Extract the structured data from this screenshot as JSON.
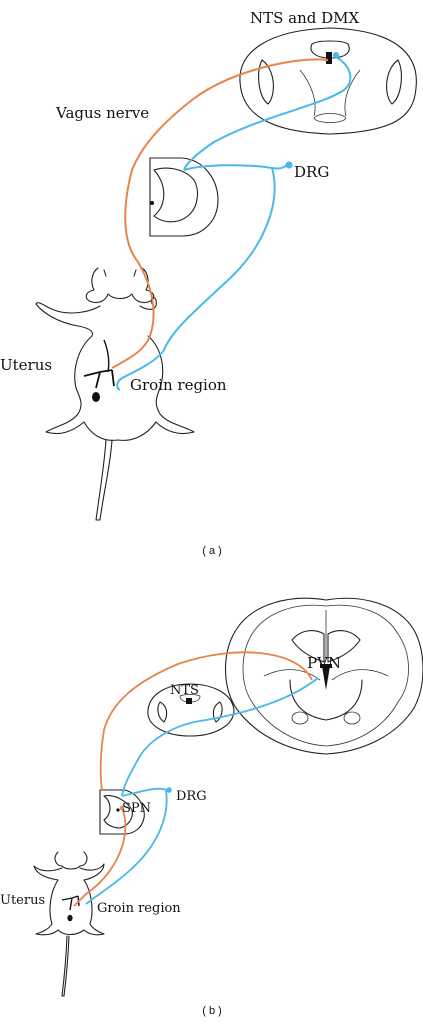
{
  "colors": {
    "vagal_pathway": "#e8844a",
    "sensory_pathway": "#4ab8e8",
    "outline": "#222222",
    "background": "#ffffff"
  },
  "panel_a": {
    "caption": "( a )",
    "labels": {
      "nts_dmx": "NTS and DMX",
      "vagus_nerve": "Vagus nerve",
      "drg": "DRG",
      "uterus": "Uterus",
      "groin_region": "Groin region"
    }
  },
  "panel_b": {
    "caption": "( b )",
    "labels": {
      "pvn": "PVN",
      "nts": "NTS",
      "spn": "SPN",
      "drg": "DRG",
      "uterus": "Uterus",
      "groin_region": "Groin region"
    }
  }
}
